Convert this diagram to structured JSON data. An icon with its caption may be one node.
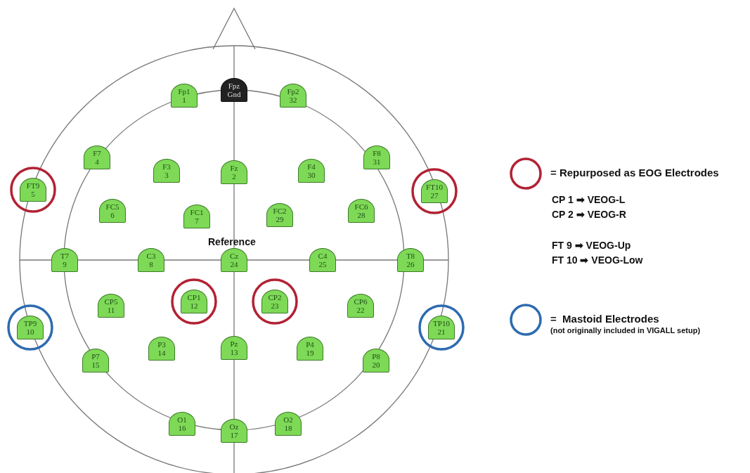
{
  "diagram": {
    "nodes": [
      {
        "text": [
          "Fp1",
          "1"
        ]
      },
      {
        "text": [
          "Fpz",
          "Gnd"
        ]
      },
      {
        "text": [
          "Fp2",
          "32"
        ]
      },
      {
        "text": [
          "F7",
          "4"
        ]
      },
      {
        "text": [
          "F8",
          "31"
        ]
      },
      {
        "text": [
          "F3",
          "3"
        ]
      },
      {
        "text": [
          "Fz",
          "2"
        ]
      },
      {
        "text": [
          "F4",
          "30"
        ]
      },
      {
        "text": [
          "FT9",
          "5"
        ]
      },
      {
        "text": [
          "FT10",
          "27"
        ]
      },
      {
        "text": [
          "FC5",
          "6"
        ]
      },
      {
        "text": [
          "FC1",
          "7"
        ]
      },
      {
        "text": [
          "FC2",
          "29"
        ]
      },
      {
        "text": [
          "FC6",
          "28"
        ]
      },
      {
        "text": [
          "T7",
          "9"
        ]
      },
      {
        "text": [
          "C3",
          "8"
        ]
      },
      {
        "text": [
          "Cz",
          "24"
        ]
      },
      {
        "text": [
          "C4",
          "25"
        ]
      },
      {
        "text": [
          "T8",
          "26"
        ]
      },
      {
        "text": [
          "CP1",
          "12"
        ]
      },
      {
        "text": [
          "CP2",
          "23"
        ]
      },
      {
        "text": [
          "CP5",
          "11"
        ]
      },
      {
        "text": [
          "CP6",
          "22"
        ]
      },
      {
        "text": [
          "TP9",
          "10"
        ]
      },
      {
        "text": [
          "TP10",
          "21"
        ]
      },
      {
        "text": [
          "Pz",
          "13"
        ]
      },
      {
        "text": [
          "P3",
          "14"
        ]
      },
      {
        "text": [
          "P4",
          "19"
        ]
      },
      {
        "text": [
          "P7",
          "15"
        ]
      },
      {
        "text": [
          "P8",
          "20"
        ]
      },
      {
        "text": [
          "O1",
          "16"
        ]
      },
      {
        "text": [
          "O2",
          "18"
        ]
      },
      {
        "text": [
          "Oz",
          "17"
        ]
      }
    ],
    "labels": [
      "Reference",
      "CP 1 ➡ VEOG-L",
      "CP 2 ➡ VEOG-R",
      "FT 9 ➡ VEOG-Up",
      "FT 10 ➡ VEOG-Low",
      "(not originally included in VIGALL setup)"
    ],
    "legend": [
      {
        "text": "= Repurposed as EOG Electrodes"
      },
      {
        "text": "=  Mastoid Electrodes"
      }
    ]
  }
}
